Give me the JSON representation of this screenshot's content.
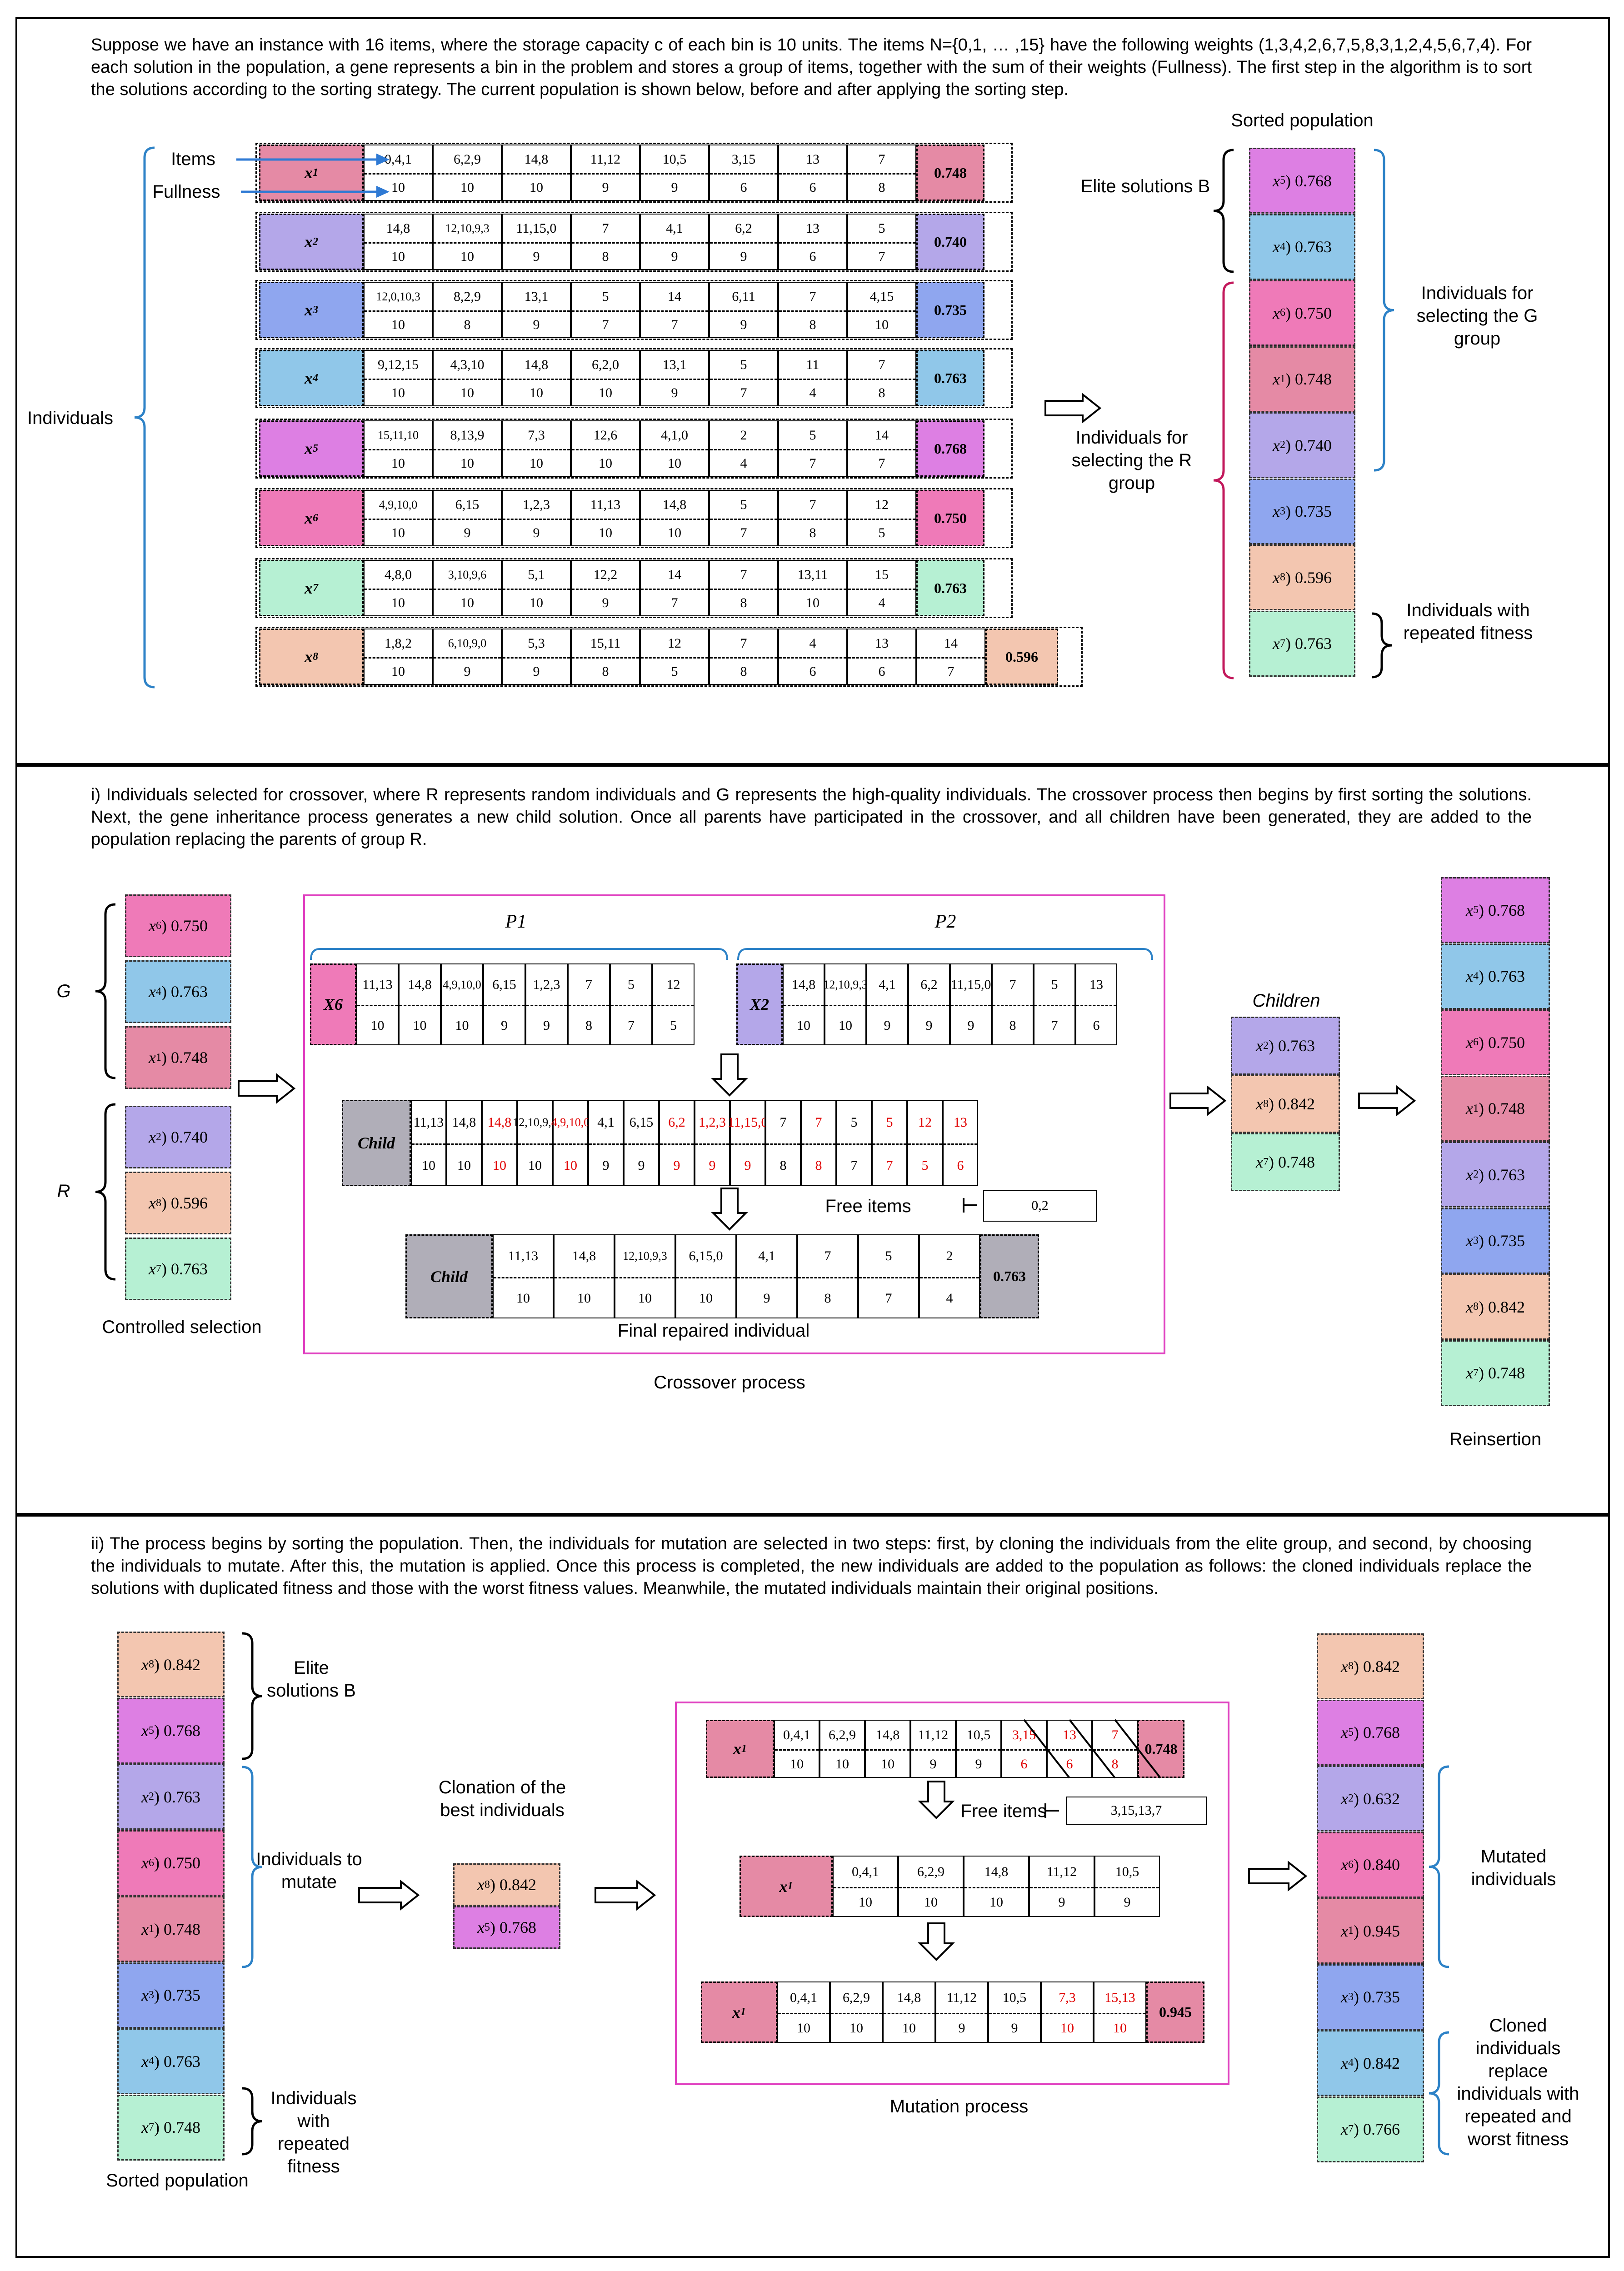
{
  "colors": {
    "x1": "#e58aa5",
    "x2": "#b4a7e9",
    "x3": "#8fa6ef",
    "x4": "#90c7e9",
    "x5": "#dd7fe3",
    "x6": "#ef7ab8",
    "x7": "#b6f0d3",
    "x8": "#f3c6b0",
    "child": "#b0aeb8",
    "brace_blue": "#2d82c7",
    "brace_red": "#c2185b",
    "frame": "#e040c0",
    "highlight_red": "#e00000",
    "arrow_blue": "#2f7ad4"
  },
  "panel1": {
    "paragraph": "Suppose we have an instance with 16 items, where the storage capacity c of each bin is 10 units. The items N={0,1, … ,15} have the following weights (1,3,4,2,6,7,5,8,3,1,2,4,5,6,7,4). For each solution in the population, a gene represents a bin in the problem and stores a group of items, together with the sum of their weights (Fullness). The first step in the algorithm is to sort the solutions according to the sorting strategy. The current population is shown below, before and after applying the sorting step.",
    "items_label": "Items",
    "fullness_label": "Fullness",
    "individuals_label": "Individuals",
    "sorted_title": "Sorted population",
    "elite_label": "Elite solutions B",
    "g_group_label": "Individuals for selecting the G group",
    "r_group_label": "Individuals for selecting the R group",
    "repeated_label": "Individuals with repeated fitness",
    "individuals": [
      {
        "name": "x1",
        "items": [
          "0,4,1",
          "6,2,9",
          "14,8",
          "11,12",
          "10,5",
          "3,15",
          "13",
          "7"
        ],
        "fullness": [
          "10",
          "10",
          "10",
          "9",
          "9",
          "6",
          "6",
          "8"
        ],
        "fitness": "0.748"
      },
      {
        "name": "x2",
        "items": [
          "14,8",
          "12,10,9,3",
          "11,15,0",
          "7",
          "4,1",
          "6,2",
          "13",
          "5"
        ],
        "fullness": [
          "10",
          "10",
          "9",
          "8",
          "9",
          "9",
          "6",
          "7"
        ],
        "fitness": "0.740"
      },
      {
        "name": "x3",
        "items": [
          "12,0,10,3",
          "8,2,9",
          "13,1",
          "5",
          "14",
          "6,11",
          "7",
          "4,15"
        ],
        "fullness": [
          "10",
          "8",
          "9",
          "7",
          "7",
          "9",
          "8",
          "10"
        ],
        "fitness": "0.735"
      },
      {
        "name": "x4",
        "items": [
          "9,12,15",
          "4,3,10",
          "14,8",
          "6,2,0",
          "13,1",
          "5",
          "11",
          "7"
        ],
        "fullness": [
          "10",
          "10",
          "10",
          "10",
          "9",
          "7",
          "4",
          "8"
        ],
        "fitness": "0.763"
      },
      {
        "name": "x5",
        "items": [
          "15,11,10",
          "8,13,9",
          "7,3",
          "12,6",
          "4,1,0",
          "2",
          "5",
          "14"
        ],
        "fullness": [
          "10",
          "10",
          "10",
          "10",
          "10",
          "4",
          "7",
          "7"
        ],
        "fitness": "0.768"
      },
      {
        "name": "x6",
        "items": [
          "4,9,10,0",
          "6,15",
          "1,2,3",
          "11,13",
          "14,8",
          "5",
          "7",
          "12"
        ],
        "fullness": [
          "10",
          "9",
          "9",
          "10",
          "10",
          "7",
          "8",
          "5"
        ],
        "fitness": "0.750"
      },
      {
        "name": "x7",
        "items": [
          "4,8,0",
          "3,10,9,6",
          "5,1",
          "12,2",
          "14",
          "7",
          "13,11",
          "15"
        ],
        "fullness": [
          "10",
          "10",
          "10",
          "9",
          "7",
          "8",
          "10",
          "4"
        ],
        "fitness": "0.763"
      },
      {
        "name": "x8",
        "items": [
          "1,8,2",
          "6,10,9,0",
          "5,3",
          "15,11",
          "12",
          "7",
          "4",
          "13",
          "14"
        ],
        "fullness": [
          "10",
          "9",
          "9",
          "8",
          "5",
          "8",
          "6",
          "6",
          "7"
        ],
        "fitness": "0.596"
      }
    ],
    "sorted": [
      {
        "name": "x5",
        "text": "0.768"
      },
      {
        "name": "x4",
        "text": "0.763"
      },
      {
        "name": "x6",
        "text": "0.750"
      },
      {
        "name": "x1",
        "text": "0.748"
      },
      {
        "name": "x2",
        "text": "0.740"
      },
      {
        "name": "x3",
        "text": "0.735"
      },
      {
        "name": "x8",
        "text": "0.596"
      },
      {
        "name": "x7",
        "text": "0.763"
      }
    ]
  },
  "panel2": {
    "paragraph": "i) Individuals selected for crossover, where R represents random individuals and G represents the high-quality individuals. The crossover process then begins by first sorting the solutions. Next, the gene inheritance process generates a new child solution. Once all parents have participated in the crossover, and all children have been generated, they are added to the population replacing the parents of group R.",
    "g_label": "G",
    "r_label": "R",
    "controlled_selection": "Controlled selection",
    "selection": [
      {
        "name": "x6",
        "text": "0.750"
      },
      {
        "name": "x4",
        "text": "0.763"
      },
      {
        "name": "x1",
        "text": "0.748"
      },
      {
        "name": "x2",
        "text": "0.740"
      },
      {
        "name": "x8",
        "text": "0.596"
      },
      {
        "name": "x7",
        "text": "0.763"
      }
    ],
    "p1_label": "P1",
    "p2_label": "P2",
    "p1": {
      "head": "X6",
      "items": [
        "11,13",
        "14,8",
        "4,9,10,0",
        "6,15",
        "1,2,3",
        "7",
        "5",
        "12"
      ],
      "fullness": [
        "10",
        "10",
        "10",
        "9",
        "9",
        "8",
        "7",
        "5"
      ]
    },
    "p2": {
      "head": "X2",
      "items": [
        "14,8",
        "12,10,9,3",
        "4,1",
        "6,2",
        "11,15,0",
        "7",
        "5",
        "13"
      ],
      "fullness": [
        "10",
        "10",
        "9",
        "9",
        "9",
        "8",
        "7",
        "6"
      ]
    },
    "child": {
      "head": "Child",
      "items": [
        "11,13",
        "14,8",
        "14,8",
        "12,10,9,3",
        "4,9,10,0",
        "4,1",
        "6,15",
        "6,2",
        "1,2,3",
        "11,15,0",
        "7",
        "7",
        "5",
        "5",
        "12",
        "13"
      ],
      "fullness": [
        "10",
        "10",
        "10",
        "10",
        "10",
        "9",
        "9",
        "9",
        "9",
        "9",
        "8",
        "8",
        "7",
        "7",
        "5",
        "6"
      ],
      "red": [
        false,
        false,
        true,
        false,
        true,
        false,
        false,
        true,
        true,
        true,
        false,
        true,
        false,
        true,
        true,
        true
      ]
    },
    "free_items_label": "Free items",
    "free_items": "0,2",
    "repaired": {
      "head": "Child",
      "items": [
        "11,13",
        "14,8",
        "12,10,9,3",
        "6,15,0",
        "4,1",
        "7",
        "5",
        "2"
      ],
      "fullness": [
        "10",
        "10",
        "10",
        "10",
        "9",
        "8",
        "7",
        "4"
      ],
      "fitness": "0.763"
    },
    "final_label": "Final repaired individual",
    "crossover_label": "Crossover process",
    "children_label": "Children",
    "children": [
      {
        "name": "x2",
        "text": "0.763"
      },
      {
        "name": "x8",
        "text": "0.842"
      },
      {
        "name": "x7",
        "text": "0.748"
      }
    ],
    "reinsertion_label": "Reinsertion",
    "reinsertion": [
      {
        "name": "x5",
        "text": "0.768"
      },
      {
        "name": "x4",
        "text": "0.763"
      },
      {
        "name": "x6",
        "text": "0.750"
      },
      {
        "name": "x1",
        "text": "0.748"
      },
      {
        "name": "x2",
        "text": "0.763"
      },
      {
        "name": "x3",
        "text": "0.735"
      },
      {
        "name": "x8",
        "text": "0.842"
      },
      {
        "name": "x7",
        "text": "0.748"
      }
    ]
  },
  "panel3": {
    "paragraph": "ii) The process begins by sorting the population. Then, the individuals for mutation are selected in two steps: first, by cloning the individuals from the elite group, and second, by choosing the individuals to mutate. After this, the mutation is applied. Once this process is completed, the new individuals are added to the population as follows: the cloned individuals replace the solutions with duplicated fitness and those with the worst fitness values. Meanwhile, the mutated individuals maintain their original positions.",
    "sorted": [
      {
        "name": "x8",
        "text": "0.842"
      },
      {
        "name": "x5",
        "text": "0.768"
      },
      {
        "name": "x2",
        "text": "0.763"
      },
      {
        "name": "x6",
        "text": "0.750"
      },
      {
        "name": "x1",
        "text": "0.748"
      },
      {
        "name": "x3",
        "text": "0.735"
      },
      {
        "name": "x4",
        "text": "0.763"
      },
      {
        "name": "x7",
        "text": "0.748"
      }
    ],
    "sorted_label": "Sorted population",
    "elite_label": "Elite solutions B",
    "to_mutate_label": "Individuals to mutate",
    "repeated_label": "Individuals with repeated fitness",
    "clonation_label": "Clonation of the best individuals",
    "clones": [
      {
        "name": "x8",
        "text": "0.842"
      },
      {
        "name": "x5",
        "text": "0.768"
      }
    ],
    "m1": {
      "head": "x1",
      "items": [
        "0,4,1",
        "6,2,9",
        "14,8",
        "11,12",
        "10,5",
        "3,15",
        "13",
        "7"
      ],
      "fullness": [
        "10",
        "10",
        "10",
        "9",
        "9",
        "6",
        "6",
        "8"
      ],
      "red": [
        false,
        false,
        false,
        false,
        false,
        true,
        true,
        true
      ],
      "fitness": "0.748"
    },
    "free_items_label": "Free items",
    "free_items": "3,15,13,7",
    "m2": {
      "head": "x1",
      "items": [
        "0,4,1",
        "6,2,9",
        "14,8",
        "11,12",
        "10,5"
      ],
      "fullness": [
        "10",
        "10",
        "10",
        "9",
        "9"
      ]
    },
    "m3": {
      "head": "x1",
      "items": [
        "0,4,1",
        "6,2,9",
        "14,8",
        "11,12",
        "10,5",
        "7,3",
        "15,13"
      ],
      "fullness": [
        "10",
        "10",
        "10",
        "9",
        "9",
        "10",
        "10"
      ],
      "red": [
        false,
        false,
        false,
        false,
        false,
        true,
        true
      ],
      "fitness": "0.945"
    },
    "mutation_label": "Mutation process",
    "result": [
      {
        "name": "x8",
        "text": "0.842"
      },
      {
        "name": "x5",
        "text": "0.768"
      },
      {
        "name": "x2",
        "text": "0.632"
      },
      {
        "name": "x6",
        "text": "0.840"
      },
      {
        "name": "x1",
        "text": "0.945"
      },
      {
        "name": "x3",
        "text": "0.735"
      },
      {
        "name": "x4",
        "text": "0.842"
      },
      {
        "name": "x7",
        "text": "0.766"
      }
    ],
    "mutated_label": "Mutated individuals",
    "cloned_label": "Cloned individuals replace individuals with repeated and worst fitness"
  }
}
